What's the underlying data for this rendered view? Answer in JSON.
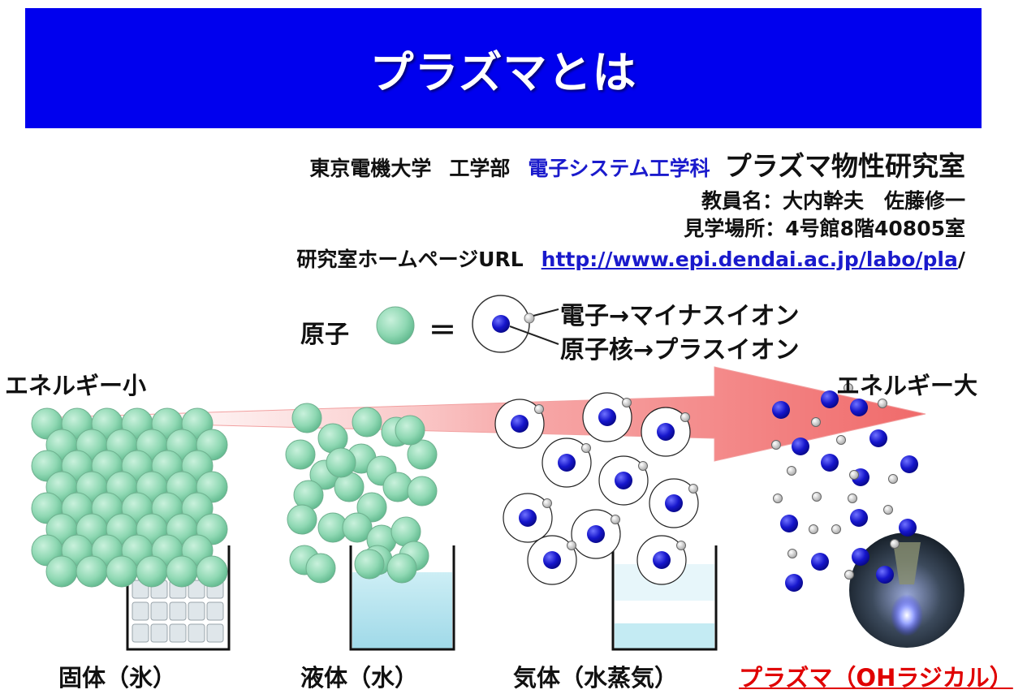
{
  "title": "プラズマとは",
  "header": {
    "university": "東京電機大学",
    "faculty": "工学部",
    "department": "電子システム工学科",
    "lab": "プラズマ物性研究室",
    "faculty_members": "教員名：大内幹夫　佐藤修一",
    "location": "見学場所：4号館8階40805室",
    "homepage_label": "研究室ホームページURL",
    "homepage_url": "http://www.epi.dendai.ac.jp/labo/pla",
    "url_trailing": "/"
  },
  "legend": {
    "atom": "原子",
    "equals": "＝",
    "electron": "電子→マイナスイオン",
    "nucleus": "原子核→プラスイオン"
  },
  "energy": {
    "low": "エネルギー小",
    "high": "エネルギー大"
  },
  "states": [
    {
      "label": "固体（氷）"
    },
    {
      "label": "液体（水）"
    },
    {
      "label": "気体（水蒸気）"
    },
    {
      "label": "プラズマ（OHラジカル）"
    }
  ],
  "colors": {
    "banner": "#0000ee",
    "atom": "#8fd8b3",
    "nucleus": "#1010c8",
    "electron": "#d8d8d8",
    "arrow": "#f07a7a",
    "accent_text": "#1a1acc",
    "plasma_text": "#e00000"
  }
}
